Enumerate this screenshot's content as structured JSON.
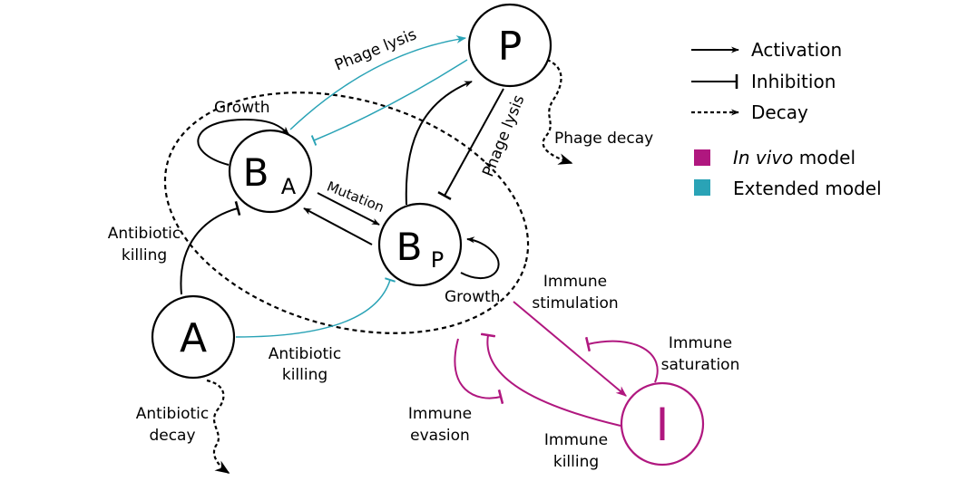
{
  "nodes": {
    "P": {
      "label": "P"
    },
    "BA": {
      "label": "B",
      "sub": "A"
    },
    "BP": {
      "label": "B",
      "sub": "P"
    },
    "A": {
      "label": "A"
    },
    "I": {
      "label": "I"
    }
  },
  "edge_labels": {
    "phage_lysis_top": "Phage lysis",
    "phage_lysis_side": "Phage lysis",
    "growth_ba": "Growth",
    "growth_bp": "Growth",
    "mutation": "Mutation",
    "antibiotic_killing_ba_1": "Antibiotic",
    "antibiotic_killing_ba_2": "killing",
    "antibiotic_killing_bp_1": "Antibiotic",
    "antibiotic_killing_bp_2": "killing",
    "phage_decay": "Phage decay",
    "antibiotic_decay_1": "Antibiotic",
    "antibiotic_decay_2": "decay",
    "immune_stimulation_1": "Immune",
    "immune_stimulation_2": "stimulation",
    "immune_saturation_1": "Immune",
    "immune_saturation_2": "saturation",
    "immune_evasion_1": "Immune",
    "immune_evasion_2": "evasion",
    "immune_killing_1": "Immune",
    "immune_killing_2": "killing"
  },
  "legend": {
    "activation": "Activation",
    "inhibition": "Inhibition",
    "decay": "Decay",
    "in_vivo_italic": "In vivo",
    "in_vivo_rest": " model",
    "extended": "Extended model"
  },
  "colors": {
    "base": "#000000",
    "in_vivo": "#b0177f",
    "extended": "#2aa3b6"
  }
}
